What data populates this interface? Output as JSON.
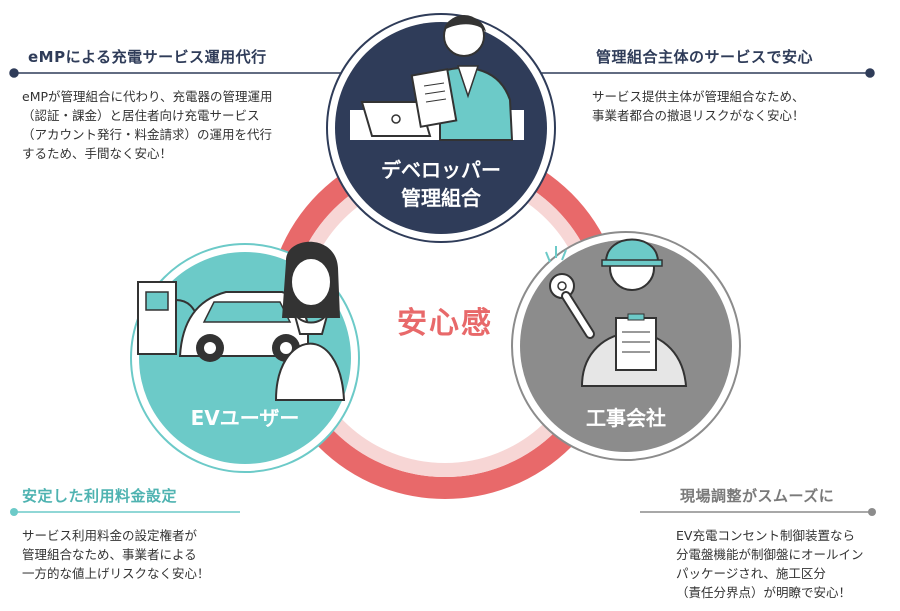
{
  "colors": {
    "navy": "#2f3c59",
    "teal": "#6ccac8",
    "gray": "#8c8c8c",
    "ring": "#e8696a",
    "ring_light": "#f7d6d5",
    "text": "#333333"
  },
  "icons": [
    "businessman-laptop-icon",
    "ev-car-charger-icon",
    "woman-user-icon",
    "construction-worker-icon"
  ],
  "center_label": "安心感",
  "circles": {
    "developer": {
      "line1": "デベロッパー",
      "line2": "管理組合"
    },
    "ev_user": {
      "label": "EVユーザー"
    },
    "contractor": {
      "label": "工事会社"
    }
  },
  "callouts": {
    "top_left": {
      "title": "eMPによる充電サービス運用代行",
      "lines": [
        "eMPが管理組合に代わり、充電器の管理運用",
        "（認証・課金）と居住者向け充電サービス",
        "（アカウント発行・料金請求）の運用を代行",
        "するため、手間なく安心！"
      ]
    },
    "top_right": {
      "title": "管理組合主体のサービスで安心",
      "lines": [
        "サービス提供主体が管理組合なため、",
        "事業者都合の撤退リスクがなく安心！"
      ]
    },
    "bottom_left": {
      "title": "安定した利用料金設定",
      "lines": [
        "サービス利用料金の設定権者が",
        "管理組合なため、事業者による",
        "一方的な値上げリスクなく安心！"
      ]
    },
    "bottom_right": {
      "title": "現場調整がスムーズに",
      "lines": [
        "EV充電コンセント制御装置なら",
        "分電盤機能が制御盤にオールイン",
        "パッケージされ、施工区分",
        "（責任分界点）が明瞭で安心！"
      ]
    }
  }
}
